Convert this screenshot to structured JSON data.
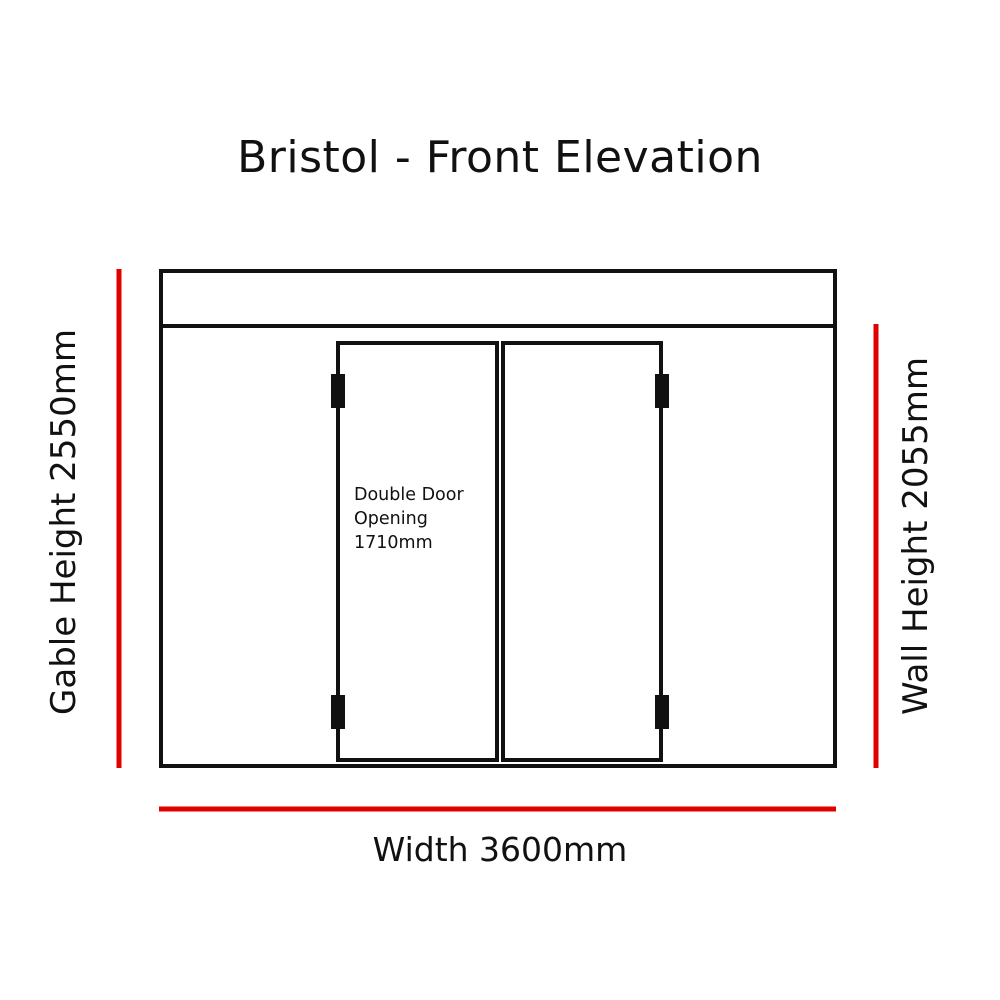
{
  "title": "Bristol - Front Elevation",
  "dimensions": {
    "gable_height": "Gable Height 2550mm",
    "wall_height": "Wall Height 2055mm",
    "width": "Width 3600mm"
  },
  "door_label": {
    "line1": "Double Door",
    "line2": "Opening",
    "line3": "1710mm"
  },
  "colors": {
    "dimension_line": "#e00000",
    "outline": "#111111",
    "background": "#ffffff"
  }
}
